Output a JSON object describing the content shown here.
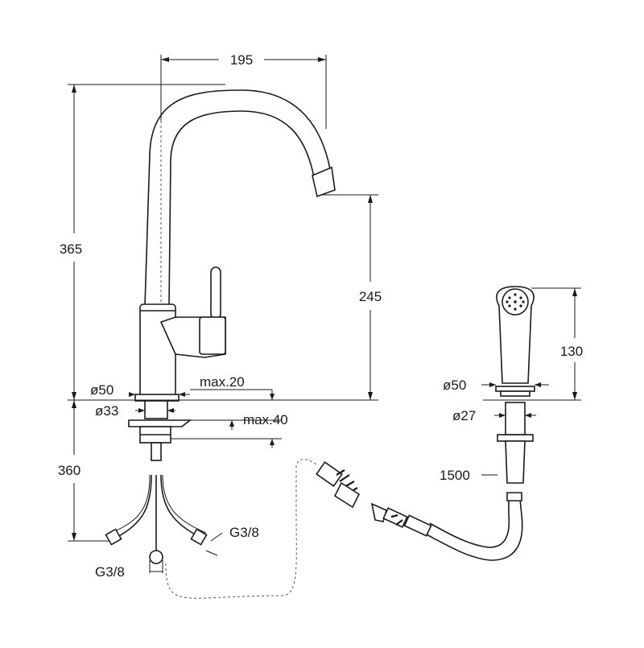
{
  "dimensions": {
    "spout_reach": "195",
    "total_height": "365",
    "spout_clearance": "245",
    "under_sink_length": "360",
    "spray_height": "130",
    "hose_length": "1500"
  },
  "labels": {
    "tap_base_diameter": "ø50",
    "tap_hole_diameter": "ø33",
    "max_thickness_top": "max.20",
    "max_thickness_bottom": "max.40",
    "spray_base_diameter": "ø50",
    "spray_hole_diameter": "ø27",
    "connector_right": "G3/8",
    "connector_bottom": "G3/8"
  }
}
